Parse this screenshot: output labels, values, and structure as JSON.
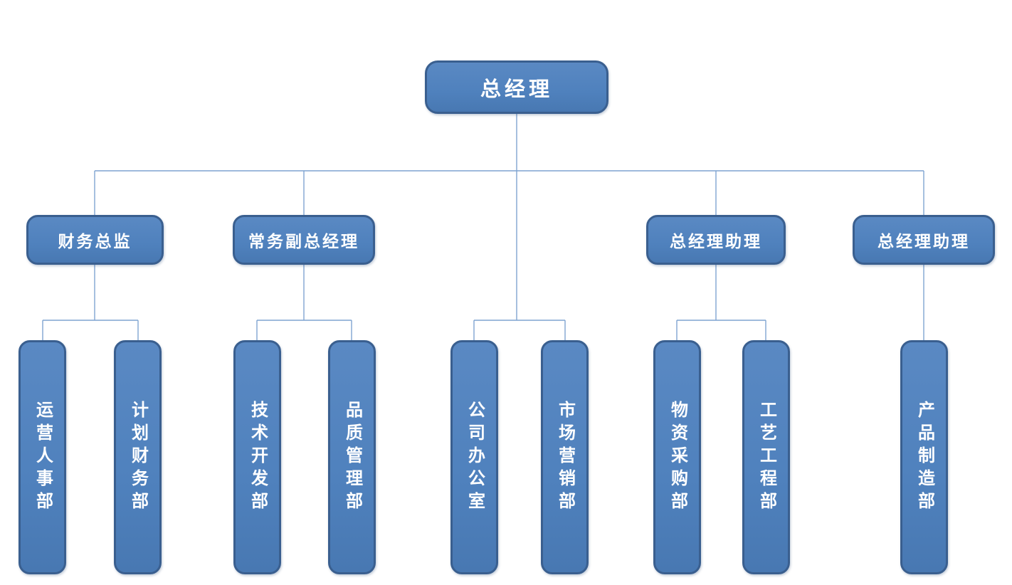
{
  "colors": {
    "background": "#ffffff",
    "box_fill": "#4F81BD",
    "box_fill_top": "#5A89C3",
    "box_border": "#3A5F8F",
    "connector": "#7FA4D1",
    "text": "#ffffff"
  },
  "org_chart": {
    "type": "organization-chart",
    "root": {
      "label": "总经理"
    },
    "managers": [
      {
        "label": "财务总监",
        "reports_to": "总经理"
      },
      {
        "label": "常务副总经理",
        "reports_to": "总经理"
      },
      {
        "label": "总经理助理",
        "reports_to": "总经理"
      },
      {
        "label": "总经理助理",
        "reports_to": "总经理"
      }
    ],
    "departments": [
      {
        "label": "运营人事部",
        "reports_to": "财务总监"
      },
      {
        "label": "计划财务部",
        "reports_to": "财务总监"
      },
      {
        "label": "技术开发部",
        "reports_to": "常务副总经理"
      },
      {
        "label": "品质管理部",
        "reports_to": "常务副总经理"
      },
      {
        "label": "公司办公室",
        "reports_to": "总经理"
      },
      {
        "label": "市场营销部",
        "reports_to": "总经理"
      },
      {
        "label": "物资采购部",
        "reports_to": "总经理助理"
      },
      {
        "label": "工艺工程部",
        "reports_to": "总经理助理"
      },
      {
        "label": "产品制造部",
        "reports_to": "总经理助理"
      }
    ]
  }
}
